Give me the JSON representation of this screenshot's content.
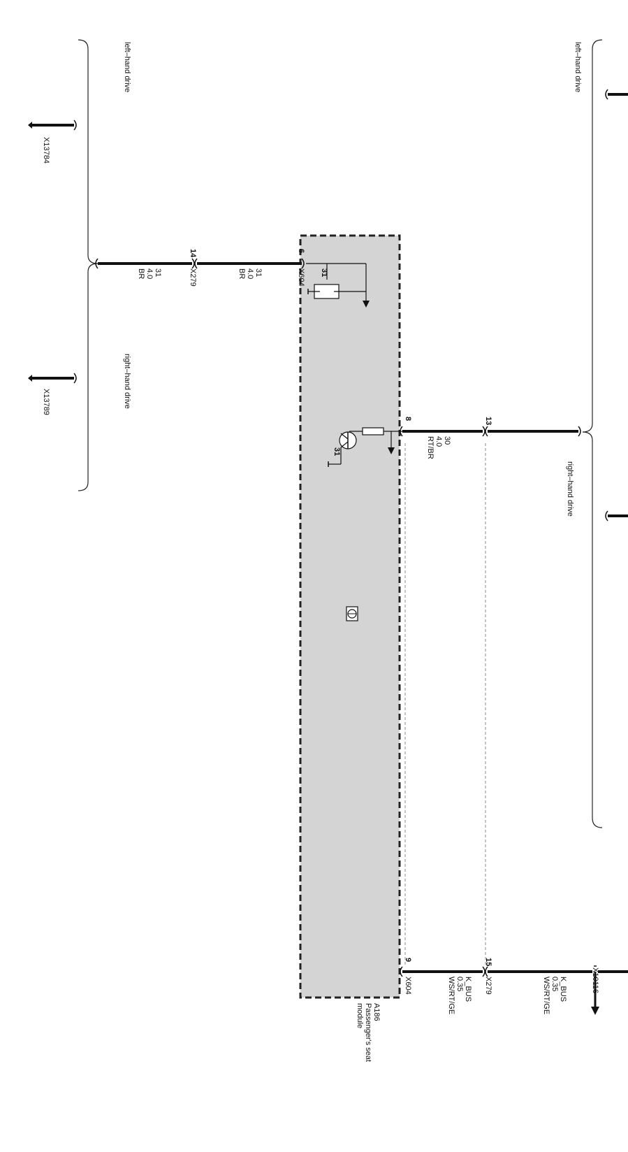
{
  "top_group": {
    "left_label": "left–hand drive",
    "right_label": "right–hand drive"
  },
  "bottom_group": {
    "left_label": "left–hand drive",
    "right_label": "right–hand drive"
  },
  "connector_x13784": "X13784",
  "connector_x13789": "X13789",
  "connector_x10116": "X10116",
  "wires": {
    "ground": {
      "pin_x279": "14",
      "pin_x604": "6",
      "label_x279": "X279",
      "label_x604": "X604",
      "left_segment": [
        "31",
        "4.0",
        "BR"
      ],
      "right_segment": [
        "31",
        "4.0",
        "BR"
      ]
    },
    "supply": {
      "pin_x279": "13",
      "pin_x604": "8",
      "segment": [
        "30",
        "4.0",
        "RT/BR"
      ]
    },
    "kbus": {
      "pin_x279": "15",
      "pin_x604": "9",
      "label_x279": "X279",
      "label_x604": "X604",
      "segment_module": [
        "K_BUS",
        "0.35",
        "WS/RT/GE"
      ],
      "segment_harness": [
        "K_BUS",
        "0.35",
        "WS/RT/GE"
      ]
    }
  },
  "module": {
    "id": "A186",
    "name_lines": [
      "Passenger's seat",
      "module"
    ],
    "ground_pin_inside": "31",
    "transistor_ground": "31",
    "fill_color": "#d4d4d4"
  }
}
